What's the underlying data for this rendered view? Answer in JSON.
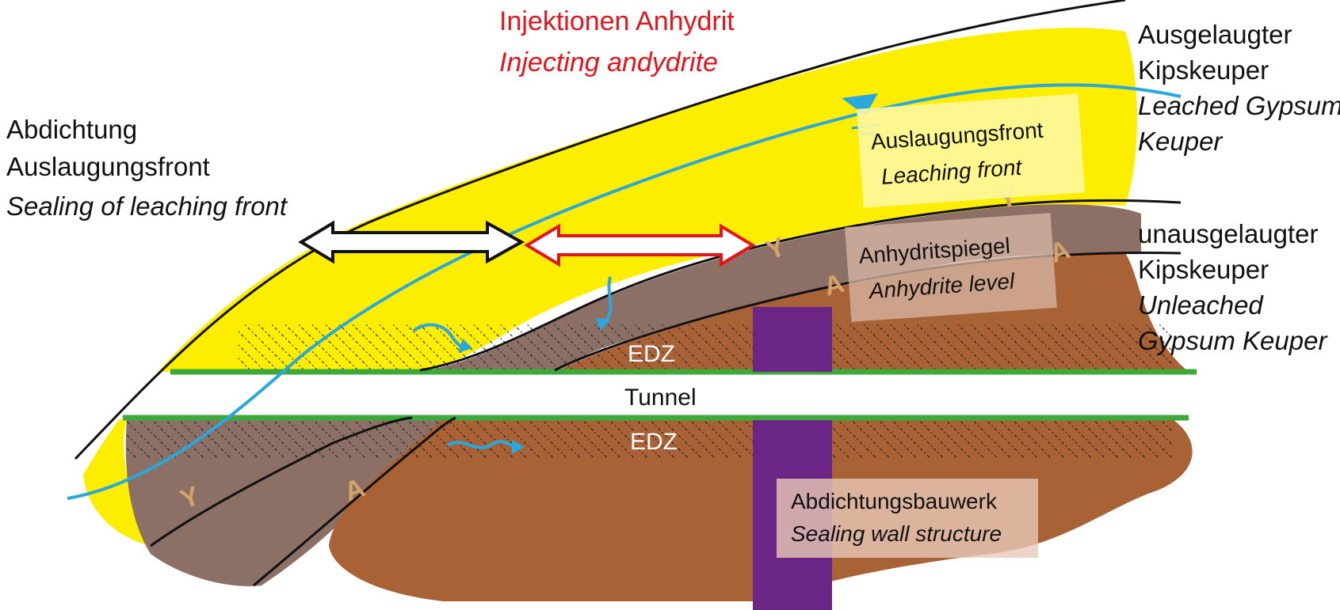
{
  "labels": {
    "injection_de": "Injektionen Anhydrit",
    "injection_en": "Injecting andydrite",
    "sealing_de_1": "Abdichtung",
    "sealing_de_2": "Auslaugungsfront",
    "sealing_en": "Sealing of leaching front",
    "leached_de_1": "Ausgelaugter",
    "leached_de_2": "Kipskeuper",
    "leached_en_1": "Leached Gypsum",
    "leached_en_2": "Keuper",
    "unleached_de_1": "unausgelaugter",
    "unleached_de_2": "Kipskeuper",
    "unleached_en_1": "Unleached",
    "unleached_en_2": "Gypsum Keuper",
    "leaching_front_de": "Auslaugungsfront",
    "leaching_front_en": "Leaching front",
    "anhydrite_level_de": "Anhydritspiegel",
    "anhydrite_level_en": "Anhydrite level",
    "edz_top": "EDZ",
    "edz_bottom": "EDZ",
    "tunnel": "Tunnel",
    "sealing_wall_de": "Abdichtungsbauwerk",
    "sealing_wall_en": "Sealing wall structure",
    "mark_y": "Y",
    "mark_a": "A"
  },
  "colors": {
    "leached_yellow": "#fdee00",
    "gypsum_brownish_grey": "#8c7065",
    "unleached_brown": "#a86236",
    "tunnel_green": "#3da93a",
    "water_blue": "#2aa7dc",
    "injection_red": "#e5141b",
    "sealing_purple": "#6a2585",
    "mark_tan": "#d2a36a"
  }
}
